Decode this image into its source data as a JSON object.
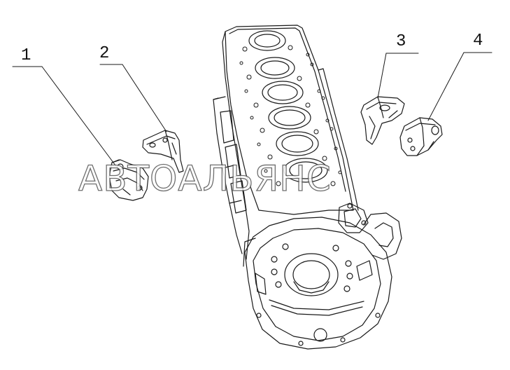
{
  "diagram": {
    "callouts": [
      {
        "number": "1"
      },
      {
        "number": "2"
      },
      {
        "number": "3"
      },
      {
        "number": "4"
      }
    ],
    "watermark": "АВТОАЛЬЯНС"
  },
  "icons": {
    "main_part": "engine-block-icon",
    "bracket_1": "engine-mount-bracket-icon",
    "bracket_2": "engine-mount-bracket-icon",
    "bracket_3": "engine-mount-bracket-icon",
    "bracket_4": "engine-mount-bracket-icon"
  },
  "colors": {
    "line": "#1a1a1a",
    "background": "#ffffff"
  }
}
